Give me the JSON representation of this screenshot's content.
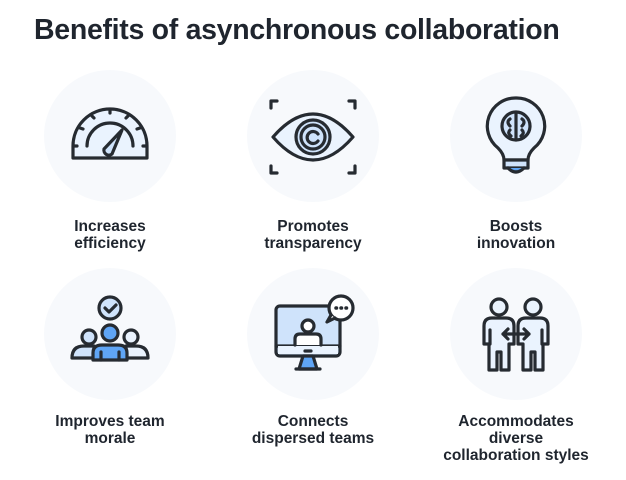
{
  "title": "Benefits of asynchronous collaboration",
  "colors": {
    "accent_light": "#cfe3fb",
    "accent": "#5fa5f5",
    "fill_pale": "#eaf3fe",
    "stroke": "#262b31",
    "circle_bg": "#f7f9fc"
  },
  "benefits": [
    {
      "label_line1": "Increases",
      "label_line2": "efficiency",
      "icon": "speedometer-icon"
    },
    {
      "label_line1": "Promotes",
      "label_line2": "transparency",
      "icon": "eye-icon"
    },
    {
      "label_line1": "Boosts",
      "label_line2": "innovation",
      "icon": "lightbulb-brain-icon"
    },
    {
      "label_line1": "Improves team",
      "label_line2": "morale",
      "icon": "team-check-icon"
    },
    {
      "label_line1": "Connects",
      "label_line2": "dispersed teams",
      "icon": "video-call-icon"
    },
    {
      "label_line1": "Accommodates",
      "label_line2": "diverse",
      "label_line3": "collaboration styles",
      "icon": "people-exchange-icon"
    }
  ]
}
